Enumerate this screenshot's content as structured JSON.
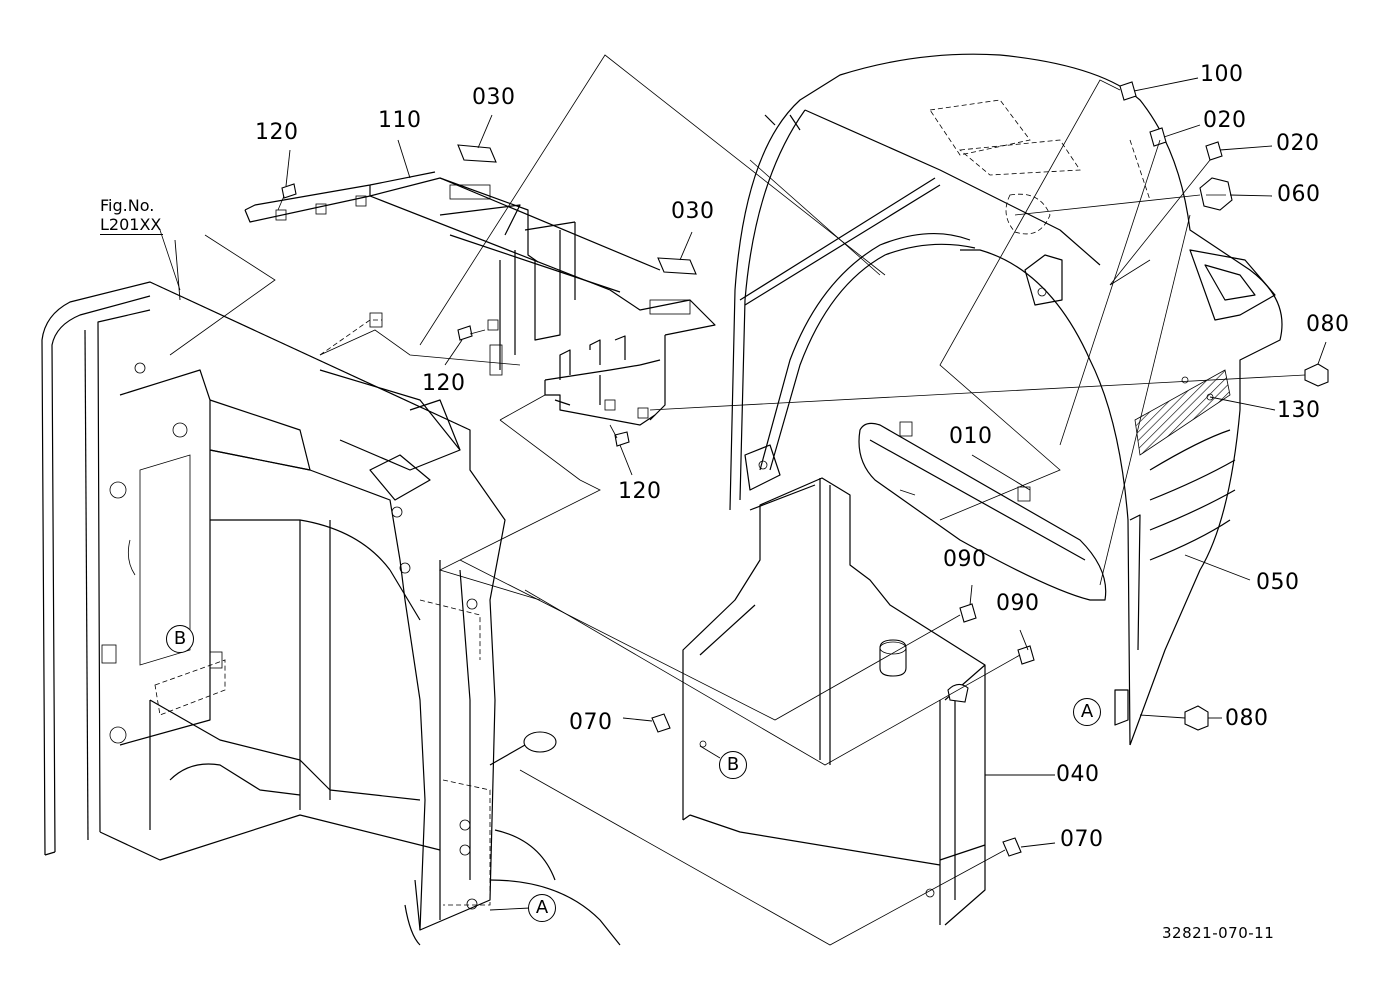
{
  "figure": {
    "ref_prefix": "Fig.No.",
    "ref_number": "L201XX",
    "drawing_number": "32821-070-11"
  },
  "parts": [
    {
      "id": "p100",
      "label": "100"
    },
    {
      "id": "p020a",
      "label": "020"
    },
    {
      "id": "p020b",
      "label": "020"
    },
    {
      "id": "p060",
      "label": "060"
    },
    {
      "id": "p080a",
      "label": "080"
    },
    {
      "id": "p130",
      "label": "130"
    },
    {
      "id": "p010",
      "label": "010"
    },
    {
      "id": "p050",
      "label": "050"
    },
    {
      "id": "p090a",
      "label": "090"
    },
    {
      "id": "p090b",
      "label": "090"
    },
    {
      "id": "p080b",
      "label": "080"
    },
    {
      "id": "p040",
      "label": "040"
    },
    {
      "id": "p070a",
      "label": "070"
    },
    {
      "id": "p070b",
      "label": "070"
    },
    {
      "id": "p120a",
      "label": "120"
    },
    {
      "id": "p110",
      "label": "110"
    },
    {
      "id": "p030a",
      "label": "030"
    },
    {
      "id": "p030b",
      "label": "030"
    },
    {
      "id": "p120b",
      "label": "120"
    },
    {
      "id": "p120c",
      "label": "120"
    }
  ],
  "refs": {
    "a": "A",
    "b": "B"
  }
}
